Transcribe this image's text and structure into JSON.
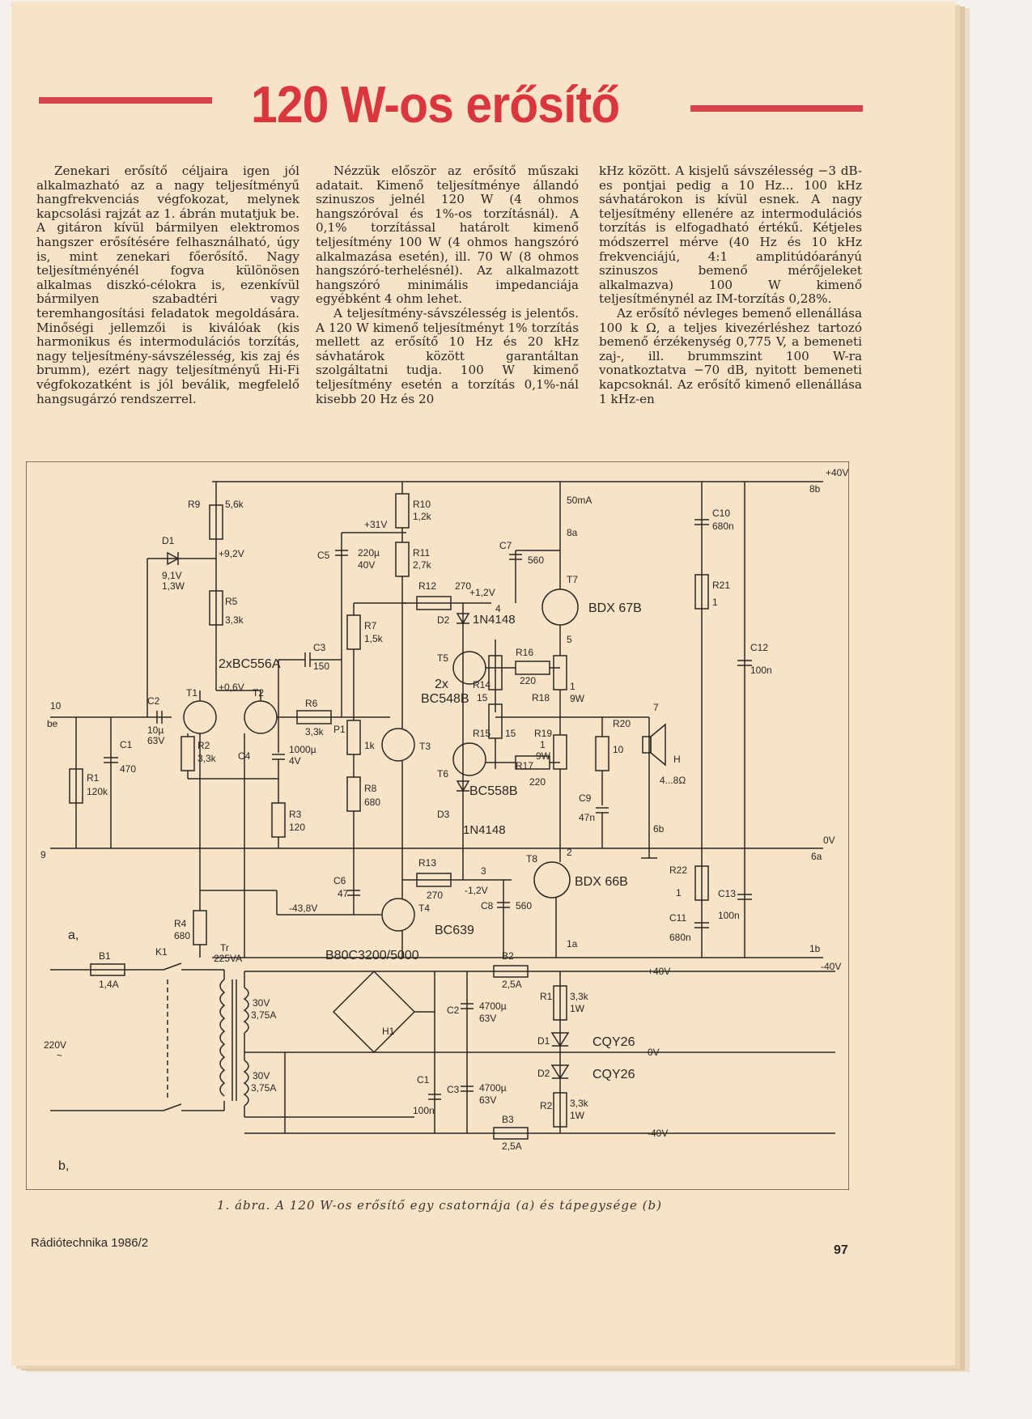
{
  "article": {
    "title": "120 W-os erősítő",
    "columns": [
      [
        "Zenekari erősítő céljaira igen jól alkalmazható az a nagy teljesítményű hangfrekvenciás végfokozat, melynek kapcsolási rajzát az 1. ábrán mutatjuk be. A gitáron kívül bármilyen elektromos hangszer erősítésére felhasználható, úgy is, mint zenekari főerősítő. Nagy teljesítményénél fogva különösen alkalmas diszkó-célokra is, ezenkívül bármilyen szabadtéri vagy teremhangosítási feladatok megoldására. Minőségi jellemzői is kiválóak (kis harmonikus és intermodulációs torzítás, nagy teljesítmény-sávszélesség, kis zaj és brumm), ezért nagy teljesítményű Hi-Fi végfokozatként is jól beválik, megfelelő hangsugárzó rendszerrel."
      ],
      [
        "Nézzük először az erősítő műszaki adatait. Kimenő teljesítménye állandó szinuszos jelnél 120 W (4 ohmos hangszóróval és 1%-os torzításnál). A 0,1% torzítással határolt kimenő teljesítmény 100 W (4 ohmos hangszóró alkalmazása esetén), ill. 70 W (8 ohmos hangszóró-terhelésnél). Az alkalmazott hangszóró minimális impedanciája egyébként 4 ohm lehet.",
        "A teljesítmény-sávszélesség is jelentős. A 120 W kimenő teljesítményt 1% torzítás mellett az erősítő 10 Hz és 20 kHz sávhatárok között garantáltan szolgáltatni tudja. 100 W kimenő teljesítmény esetén a torzítás 0,1%-nál kisebb 20 Hz és 20"
      ],
      [
        "kHz között. A kisjelű sávszélesség −3 dB-es pontjai pedig a 10 Hz... 100 kHz sávhatárokon is kívül esnek. A nagy teljesítmény ellenére az intermodulációs torzítás is elfogadható értékű. Kétjeles módszerrel mérve (40 Hz és 10 kHz frekvenciájú, 4:1 amplitúdóarányú szinuszos bemenő mérőjeleket alkalmazva) 100 W kimenő teljesítménynél az IM-torzítás 0,28%.",
        "Az erősítő névleges bemenő ellenállása 100 k Ω, a teljes kivezérléshez tartozó bemenő érzékenység 0,775 V, a bemeneti zaj-, ill. brummszint 100 W-ra vonatkoztatva −70 dB, nyitott bemeneti kapcsoknál. Az erősítő kimenő ellenállása 1 kHz-en"
      ]
    ],
    "caption": "1. ábra. A 120 W-os erősítő egy csatornája (a) és tápegysége (b)",
    "footer_left": "Rádiótechnika 1986/2",
    "page_number": "97"
  },
  "schematic_labels": {
    "supply_pos": "+40V",
    "supply_pos_node": "8b",
    "supply_neg": "-40V",
    "supply_neg_node": "1b",
    "ground": "0V",
    "ground_node": "6a",
    "input_node": "10",
    "input_label": "be",
    "ground_left": "9",
    "R9": "R9",
    "R9v": "5,6k",
    "D1": "D1",
    "D1v1": "9,1V",
    "D1v2": "1,3W",
    "v92": "+9,2V",
    "R5": "R5",
    "R5v": "3,3k",
    "T1T2": "2xBC556A",
    "v06": "+0,6V",
    "T1": "T1",
    "T2": "T2",
    "C2": "C2",
    "C2v1": "10µ",
    "C2v2": "63V",
    "C1": "C1",
    "C1v": "470",
    "R1": "R1",
    "R1v": "120k",
    "R2": "R2",
    "R2v": "3,3k",
    "C3": "C3",
    "C3v": "150",
    "R6": "R6",
    "R6v": "3,3k",
    "C4": "C4",
    "C4v1": "1000µ",
    "C4v2": "4V",
    "R3": "R3",
    "R3v": "120",
    "R4": "R4",
    "R4v": "680",
    "v438": "-43,8V",
    "v31": "+31V",
    "C5": "C5",
    "C5v1": "220µ",
    "C5v2": "40V",
    "R7": "R7",
    "R7v": "1,5k",
    "P1": "P1",
    "P1v": "1k",
    "R8": "R8",
    "R8v": "680",
    "T3": "T3",
    "T3T5": "2x",
    "T3T5v": "BC548B",
    "C6": "C6",
    "C6v": "47",
    "T4": "T4",
    "T4v": "BC639",
    "R10": "R10",
    "R10v": "1,2k",
    "R11": "R11",
    "R11v": "2,7k",
    "R12": "R12",
    "R12v": "270",
    "v12p": "+1,2V",
    "n4": "4",
    "D2": "D2",
    "D2v": "1N4148",
    "T5": "T5",
    "R14": "R14",
    "R14v": "15",
    "R15": "R15",
    "R15v": "15",
    "T6": "T6",
    "T6v": "BC558B",
    "D3": "D3",
    "D3v": "1N4148",
    "R13": "R13",
    "R13v": "270",
    "n3": "3",
    "v12n": "-1,2V",
    "C8": "C8",
    "C8v": "560",
    "C7": "C7",
    "C7v": "560",
    "i50": "50mA",
    "n8a": "8a",
    "T7": "T7",
    "T7v": "BDX 67B",
    "n5": "5",
    "R16": "R16",
    "R16v": "220",
    "R18": "R18",
    "R18v1": "1",
    "R18v2": "9W",
    "R19": "R19",
    "R19v1": "1",
    "R19v2": "9W",
    "R17": "R17",
    "R17v": "220",
    "n2": "2",
    "T8": "T8",
    "T8v": "BDX 66B",
    "n1a": "1a",
    "R20": "R20",
    "R20v": "10",
    "C9": "C9",
    "C9v": "47n",
    "n7": "7",
    "H": "H",
    "Hv": "4...8Ω",
    "n6b": "6b",
    "C10": "C10",
    "C10v": "680n",
    "R21": "R21",
    "R21v": "1",
    "C12": "C12",
    "C12v": "100n",
    "R22": "R22",
    "R22v": "1",
    "C11": "C11",
    "C11v": "680n",
    "C13": "C13",
    "C13v": "100n",
    "part_a": "a,",
    "part_b": "b,",
    "B1": "B1",
    "B1v": "1,4A",
    "K1": "K1",
    "Tr": "Tr",
    "Trv": "225VA",
    "mains": "220V",
    "mains_sym": "~",
    "sec1": "30V",
    "sec1a": "3,75A",
    "sec2": "30V",
    "sec2a": "3,75A",
    "bridge": "B80C3200/5000",
    "H1": "H1",
    "PC1": "C1",
    "PC1v": "100n",
    "PC2": "C2",
    "PC2v1": "4700µ",
    "PC2v2": "63V",
    "PC3": "C3",
    "PC3v1": "4700µ",
    "PC3v2": "63V",
    "B2": "B2",
    "B2v": "2,5A",
    "B3": "B3",
    "B3v": "2,5A",
    "PR1": "R1",
    "PR1v1": "3,3k",
    "PR1v2": "1W",
    "PD1": "D1",
    "PD1v": "CQY26",
    "PD2": "D2",
    "PD2v": "CQY26",
    "PR2": "R2",
    "PR2v1": "3,3k",
    "PR2v2": "1W",
    "p40": "+40V",
    "p0": "0V",
    "n40": "-40V"
  }
}
